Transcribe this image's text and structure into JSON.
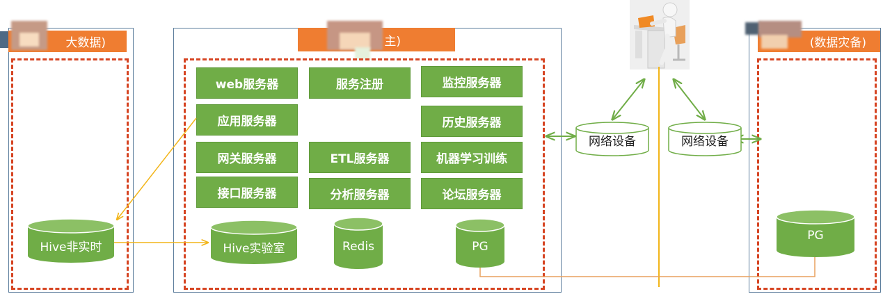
{
  "left_panel": {
    "title": "大数据)"
  },
  "main_panel": {
    "title": "主)",
    "servers": [
      {
        "id": "web",
        "label": "web服务器"
      },
      {
        "id": "register",
        "label": "服务注册"
      },
      {
        "id": "monitor",
        "label": "监控服务器"
      },
      {
        "id": "app",
        "label": "应用服务器"
      },
      {
        "id": "history",
        "label": "历史服务器"
      },
      {
        "id": "gateway",
        "label": "网关服务器"
      },
      {
        "id": "etl",
        "label": "ETL服务器"
      },
      {
        "id": "ml",
        "label": "机器学习训练"
      },
      {
        "id": "api",
        "label": "接口服务器"
      },
      {
        "id": "analysis",
        "label": "分析服务器"
      },
      {
        "id": "forum",
        "label": "论坛服务器"
      }
    ],
    "databases": {
      "hive_lab": "Hive实验室",
      "redis": "Redis",
      "pg": "PG"
    }
  },
  "left_db": {
    "hive_nonrealtime": "Hive非实时"
  },
  "network": {
    "device_left": "网络设备",
    "device_right": "网络设备"
  },
  "right_panel": {
    "title": "(数据灾备)",
    "pg": "PG"
  },
  "colors": {
    "orange": "#ef7d31",
    "green": "#70ad47",
    "dashed_red": "#d64422",
    "panel_border": "#5c7d9c",
    "yellow_line": "#f2b51a"
  }
}
